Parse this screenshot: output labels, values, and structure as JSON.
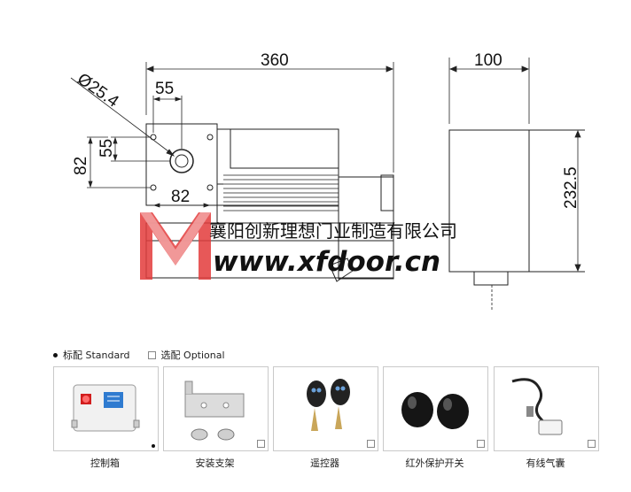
{
  "dimensions": {
    "diameter": "Ø25.4",
    "d55_top": "55",
    "d55_side": "55",
    "d82_side": "82",
    "d82_bottom": "82",
    "length": "360",
    "width": "100",
    "height": "232.5"
  },
  "watermark": {
    "company": "襄阳创新理想门业制造有限公司",
    "url": "www.xfdoor.cn"
  },
  "legend": {
    "standard": "标配 Standard",
    "optional": "选配 Optional"
  },
  "accessories": [
    {
      "name": "控制箱",
      "type": "standard"
    },
    {
      "name": "安装支架",
      "type": "optional"
    },
    {
      "name": "遥控器",
      "type": "optional"
    },
    {
      "name": "红外保护开关",
      "type": "optional"
    },
    {
      "name": "有线气囊",
      "type": "optional"
    }
  ],
  "colors": {
    "logo_red": "#e33b3b",
    "logo_pink": "#f2a3a3",
    "control_box_red": "#d21e1e",
    "control_box_blue": "#2f7bd0"
  }
}
